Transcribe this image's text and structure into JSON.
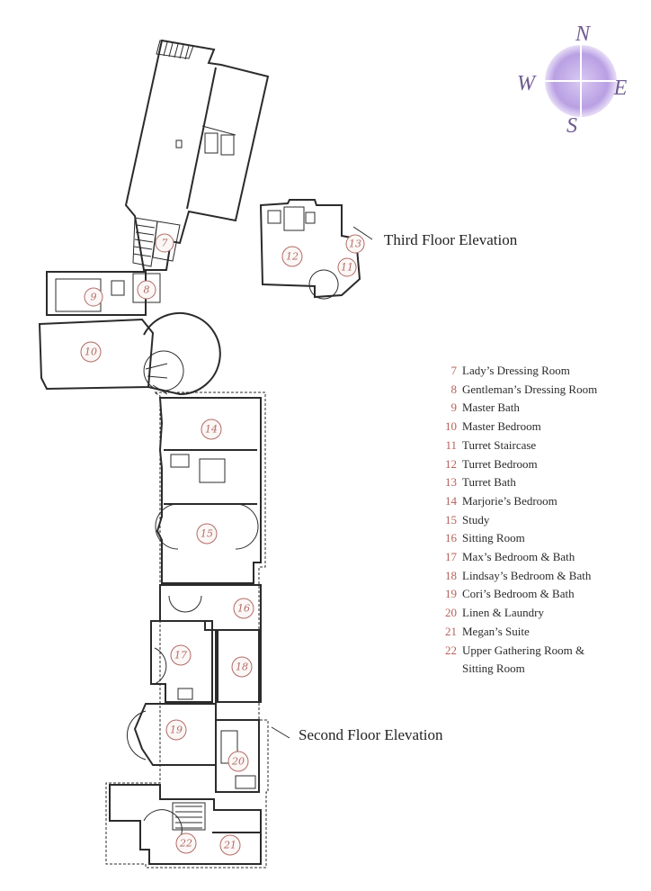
{
  "compass": {
    "north": "N",
    "south": "S",
    "east": "E",
    "west": "W",
    "color": "#8c6fc0"
  },
  "elevations": {
    "third_floor": "Third Floor Elevation",
    "second_floor": "Second Floor Elevation"
  },
  "room_markers": [
    "7",
    "8",
    "9",
    "10",
    "11",
    "12",
    "13",
    "14",
    "15",
    "16",
    "17",
    "18",
    "19",
    "20",
    "21",
    "22"
  ],
  "legend": [
    {
      "num": "7",
      "name": "Lady’s Dressing Room"
    },
    {
      "num": "8",
      "name": "Gentleman’s Dressing Room"
    },
    {
      "num": "9",
      "name": "Master Bath"
    },
    {
      "num": "10",
      "name": "Master Bedroom"
    },
    {
      "num": "11",
      "name": "Turret Staircase"
    },
    {
      "num": "12",
      "name": "Turret Bedroom"
    },
    {
      "num": "13",
      "name": "Turret Bath"
    },
    {
      "num": "14",
      "name": "Marjorie’s Bedroom"
    },
    {
      "num": "15",
      "name": "Study"
    },
    {
      "num": "16",
      "name": "Sitting Room"
    },
    {
      "num": "17",
      "name": "Max’s Bedroom & Bath"
    },
    {
      "num": "18",
      "name": "Lindsay’s Bedroom & Bath"
    },
    {
      "num": "19",
      "name": "Cori’s Bedroom & Bath"
    },
    {
      "num": "20",
      "name": "Linen & Laundry"
    },
    {
      "num": "21",
      "name": "Megan’s Suite"
    },
    {
      "num": "22",
      "name": "Upper Gathering Room &"
    },
    {
      "num": "",
      "name": "Sitting Room"
    }
  ],
  "marker_color": "#b36b66"
}
